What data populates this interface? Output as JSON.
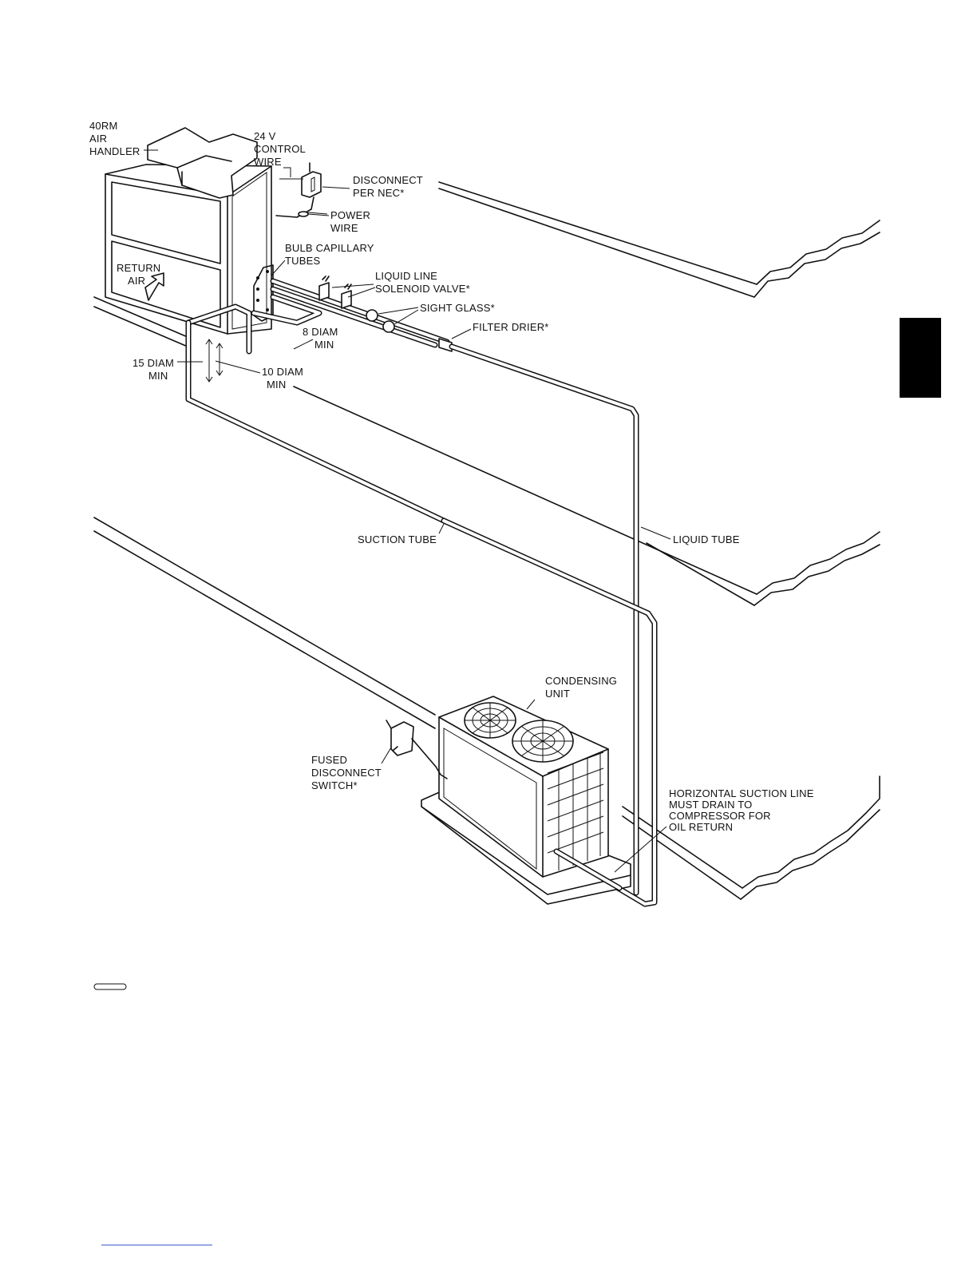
{
  "labels": {
    "air_handler": [
      "40RM",
      "AIR",
      "HANDLER"
    ],
    "control_wire": [
      "24 V",
      "CONTROL",
      "WIRE"
    ],
    "disconnect": [
      "DISCONNECT",
      "PER NEC*"
    ],
    "power_wire": [
      "POWER",
      "WIRE"
    ],
    "bulb_capillary": [
      "BULB CAPILLARY",
      "TUBES"
    ],
    "return_air": [
      "RETURN",
      "AIR"
    ],
    "liquid_line_valve": [
      "LIQUID LINE",
      "SOLENOID VALVE*"
    ],
    "sight_glass": "SIGHT GLASS*",
    "filter_drier": "FILTER DRIER*",
    "eight_diam": [
      "8 DIAM",
      "MIN"
    ],
    "fifteen_diam": [
      "15 DIAM",
      "MIN"
    ],
    "ten_diam": [
      "10 DIAM",
      "MIN"
    ],
    "suction_tube": "SUCTION TUBE",
    "liquid_tube": "LIQUID TUBE",
    "condensing_unit": [
      "CONDENSING",
      "UNIT"
    ],
    "fused_disconnect": [
      "FUSED",
      "DISCONNECT",
      "SWITCH*"
    ],
    "horizontal_suction": [
      "HORIZONTAL SUCTION LINE",
      "MUST DRAIN TO",
      "COMPRESSOR FOR",
      "OIL RETURN"
    ]
  },
  "colors": {
    "ink": "#111111",
    "tab": "#000000",
    "paper": "#ffffff",
    "link_rule": "#3355cc"
  }
}
